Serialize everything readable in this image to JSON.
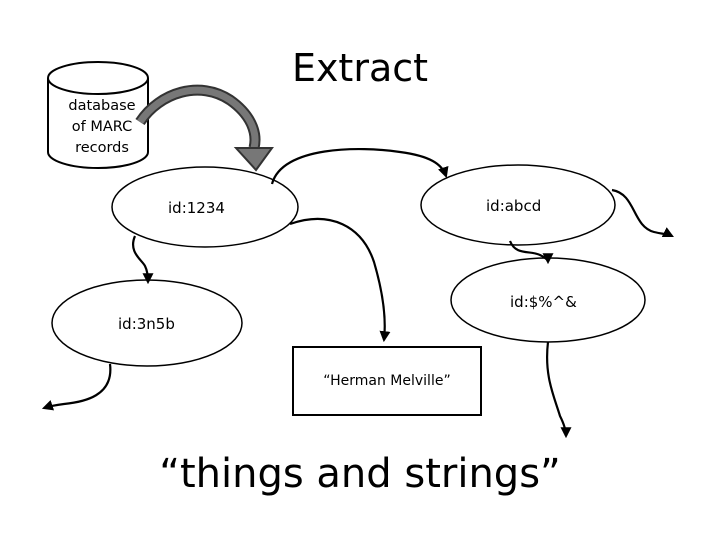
{
  "title": "Extract",
  "database": {
    "label_lines": [
      "database",
      "of MARC",
      "records"
    ]
  },
  "nodes": {
    "n1234": "id:1234",
    "nabcd": "id:abcd",
    "n3n5b": "id:3n5b",
    "nsym": "id:$%^&"
  },
  "literal": "“Herman Melville”",
  "caption": "“things and strings”"
}
